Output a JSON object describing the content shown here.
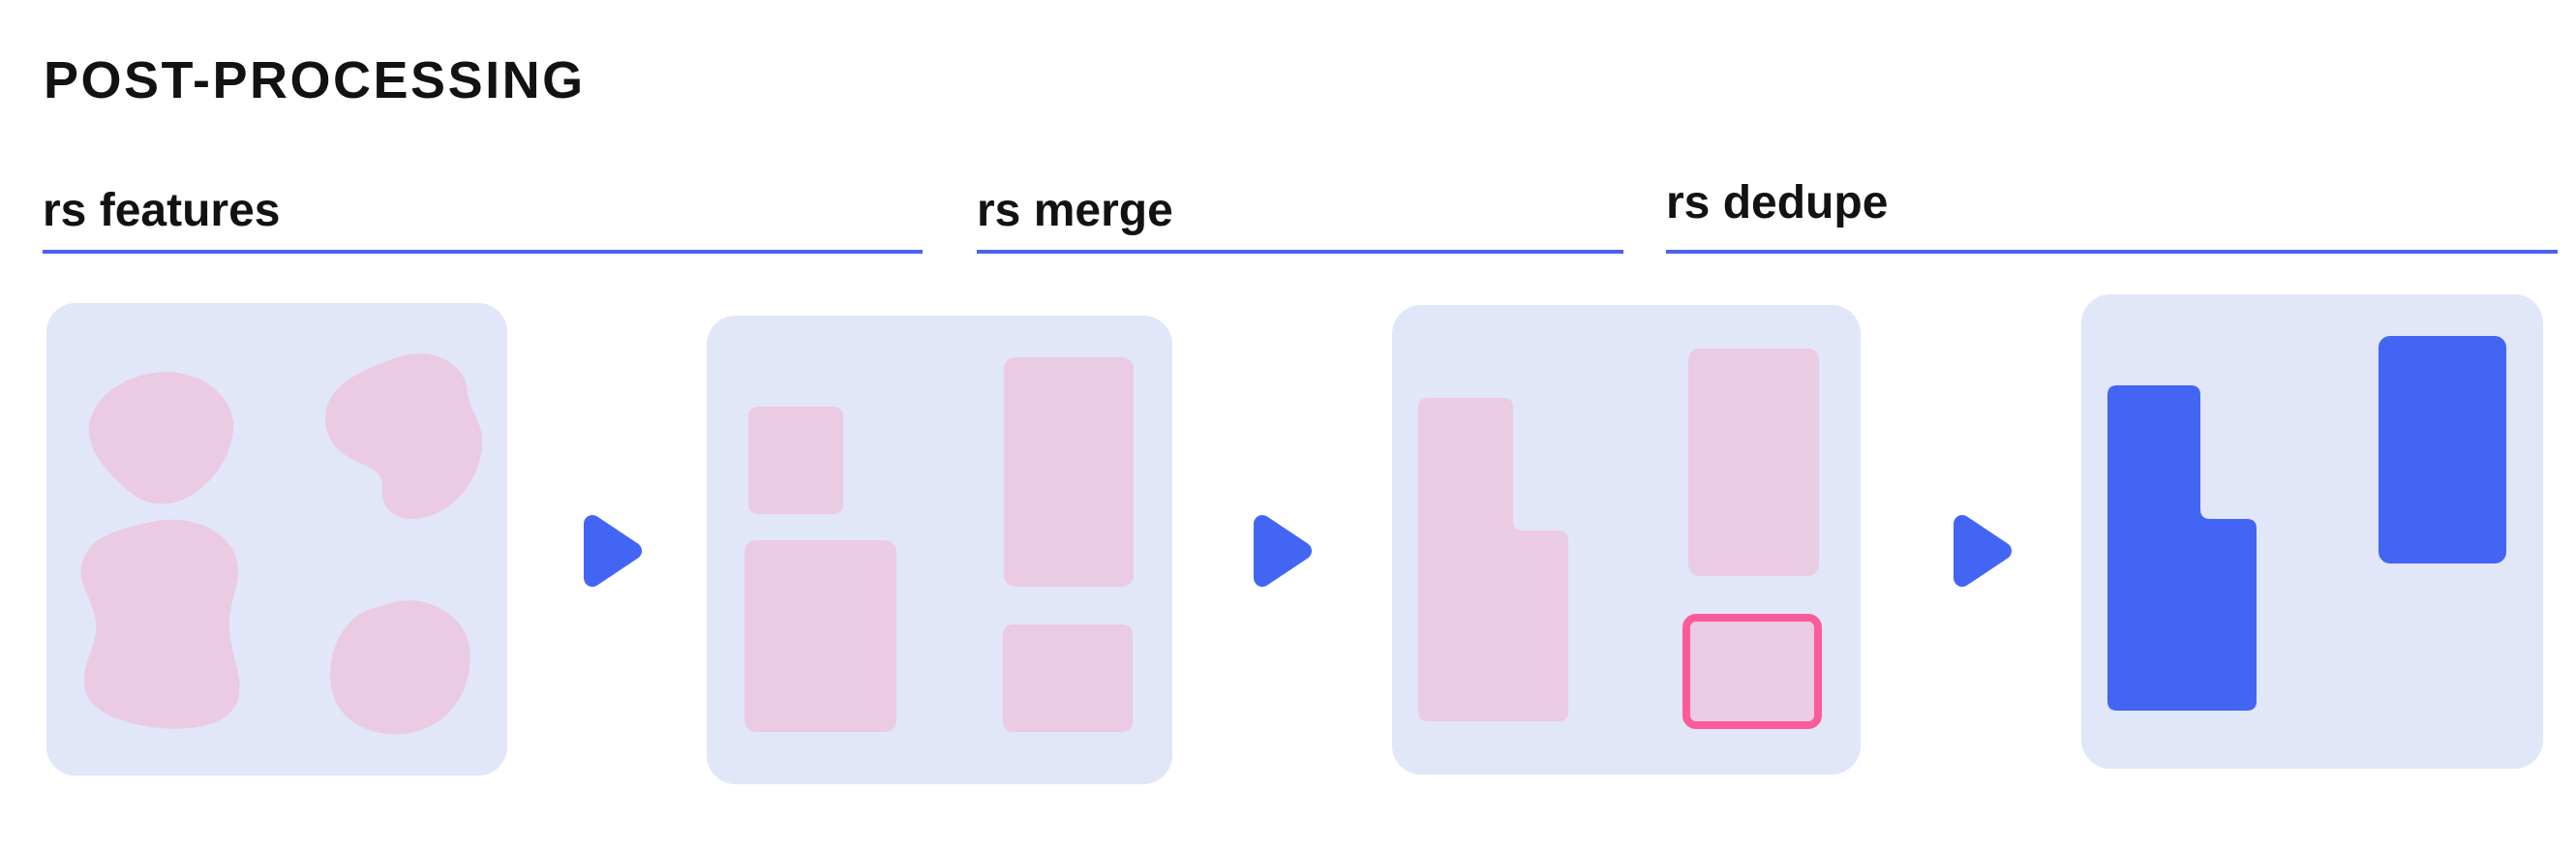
{
  "title": "POST-PROCESSING",
  "stages": [
    {
      "label": "rs features"
    },
    {
      "label": "rs merge"
    },
    {
      "label": "rs dedupe"
    },
    {
      "label": ""
    }
  ],
  "icons": {
    "arrow_right": "▶"
  },
  "colors": {
    "title_text": "#121212",
    "underline": "#4a63ee",
    "panel_bg": "#e1e6f8",
    "pink": "#ebcae4",
    "blue": "#4365f4",
    "highlight": "#fa5c9b"
  }
}
